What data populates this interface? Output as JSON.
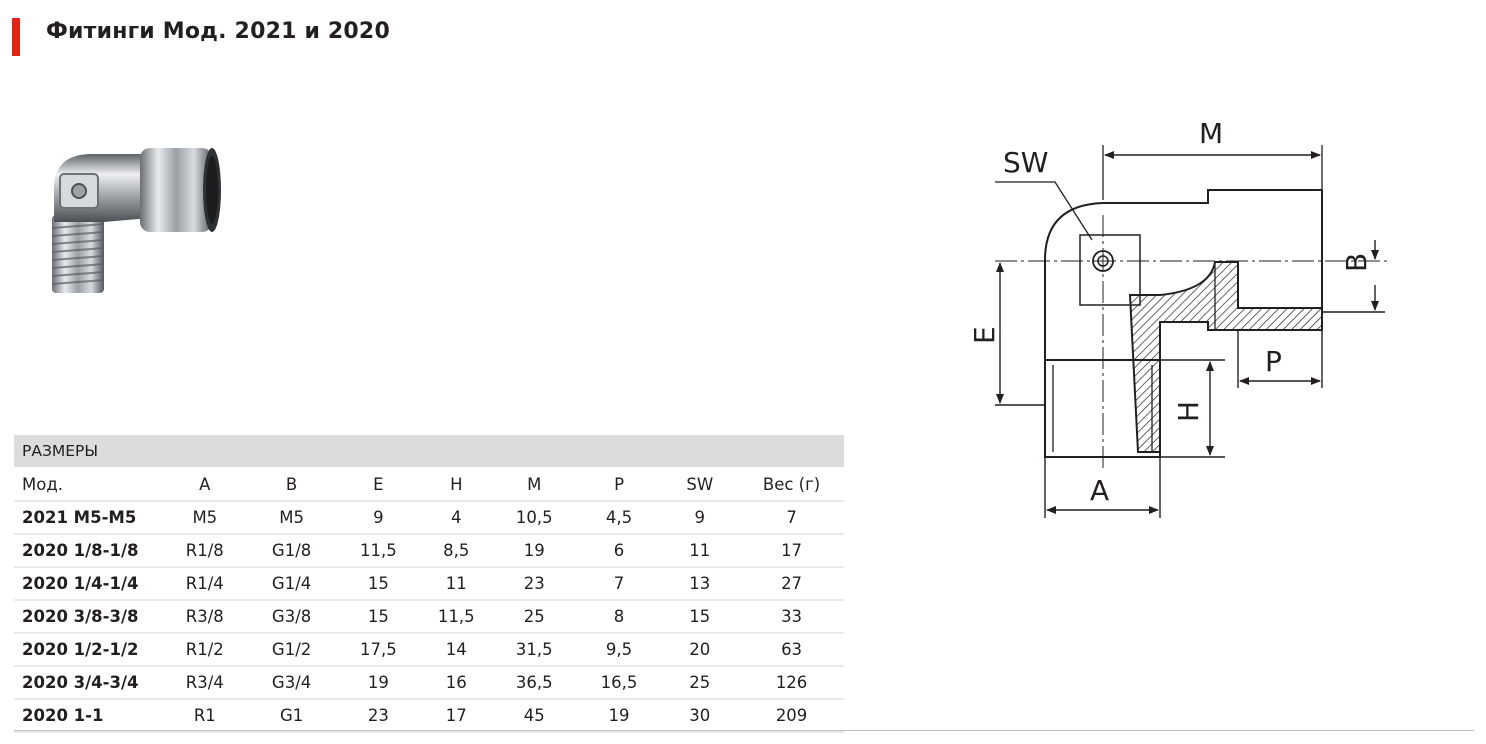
{
  "header": {
    "title": "Фитинги Мод. 2021 и 2020",
    "accent_color": "#e2231a"
  },
  "product_photo": {
    "icon": "elbow-fitting-photo"
  },
  "drawing": {
    "labels": {
      "m": "M",
      "sw": "SW",
      "b": "B",
      "e": "E",
      "p": "P",
      "h": "H",
      "a": "A"
    }
  },
  "table": {
    "section_title": "РАЗМЕРЫ",
    "columns": [
      "Мод.",
      "A",
      "B",
      "E",
      "H",
      "M",
      "P",
      "SW",
      "Вес (г)"
    ],
    "rows": [
      [
        "2021 M5-M5",
        "M5",
        "M5",
        "9",
        "4",
        "10,5",
        "4,5",
        "9",
        "7"
      ],
      [
        "2020 1/8-1/8",
        "R1/8",
        "G1/8",
        "11,5",
        "8,5",
        "19",
        "6",
        "11",
        "17"
      ],
      [
        "2020 1/4-1/4",
        "R1/4",
        "G1/4",
        "15",
        "11",
        "23",
        "7",
        "13",
        "27"
      ],
      [
        "2020 3/8-3/8",
        "R3/8",
        "G3/8",
        "15",
        "11,5",
        "25",
        "8",
        "15",
        "33"
      ],
      [
        "2020 1/2-1/2",
        "R1/2",
        "G1/2",
        "17,5",
        "14",
        "31,5",
        "9,5",
        "20",
        "63"
      ],
      [
        "2020 3/4-3/4",
        "R3/4",
        "G3/4",
        "19",
        "16",
        "36,5",
        "16,5",
        "25",
        "126"
      ],
      [
        "2020 1-1",
        "R1",
        "G1",
        "23",
        "17",
        "45",
        "19",
        "30",
        "209"
      ]
    ]
  }
}
